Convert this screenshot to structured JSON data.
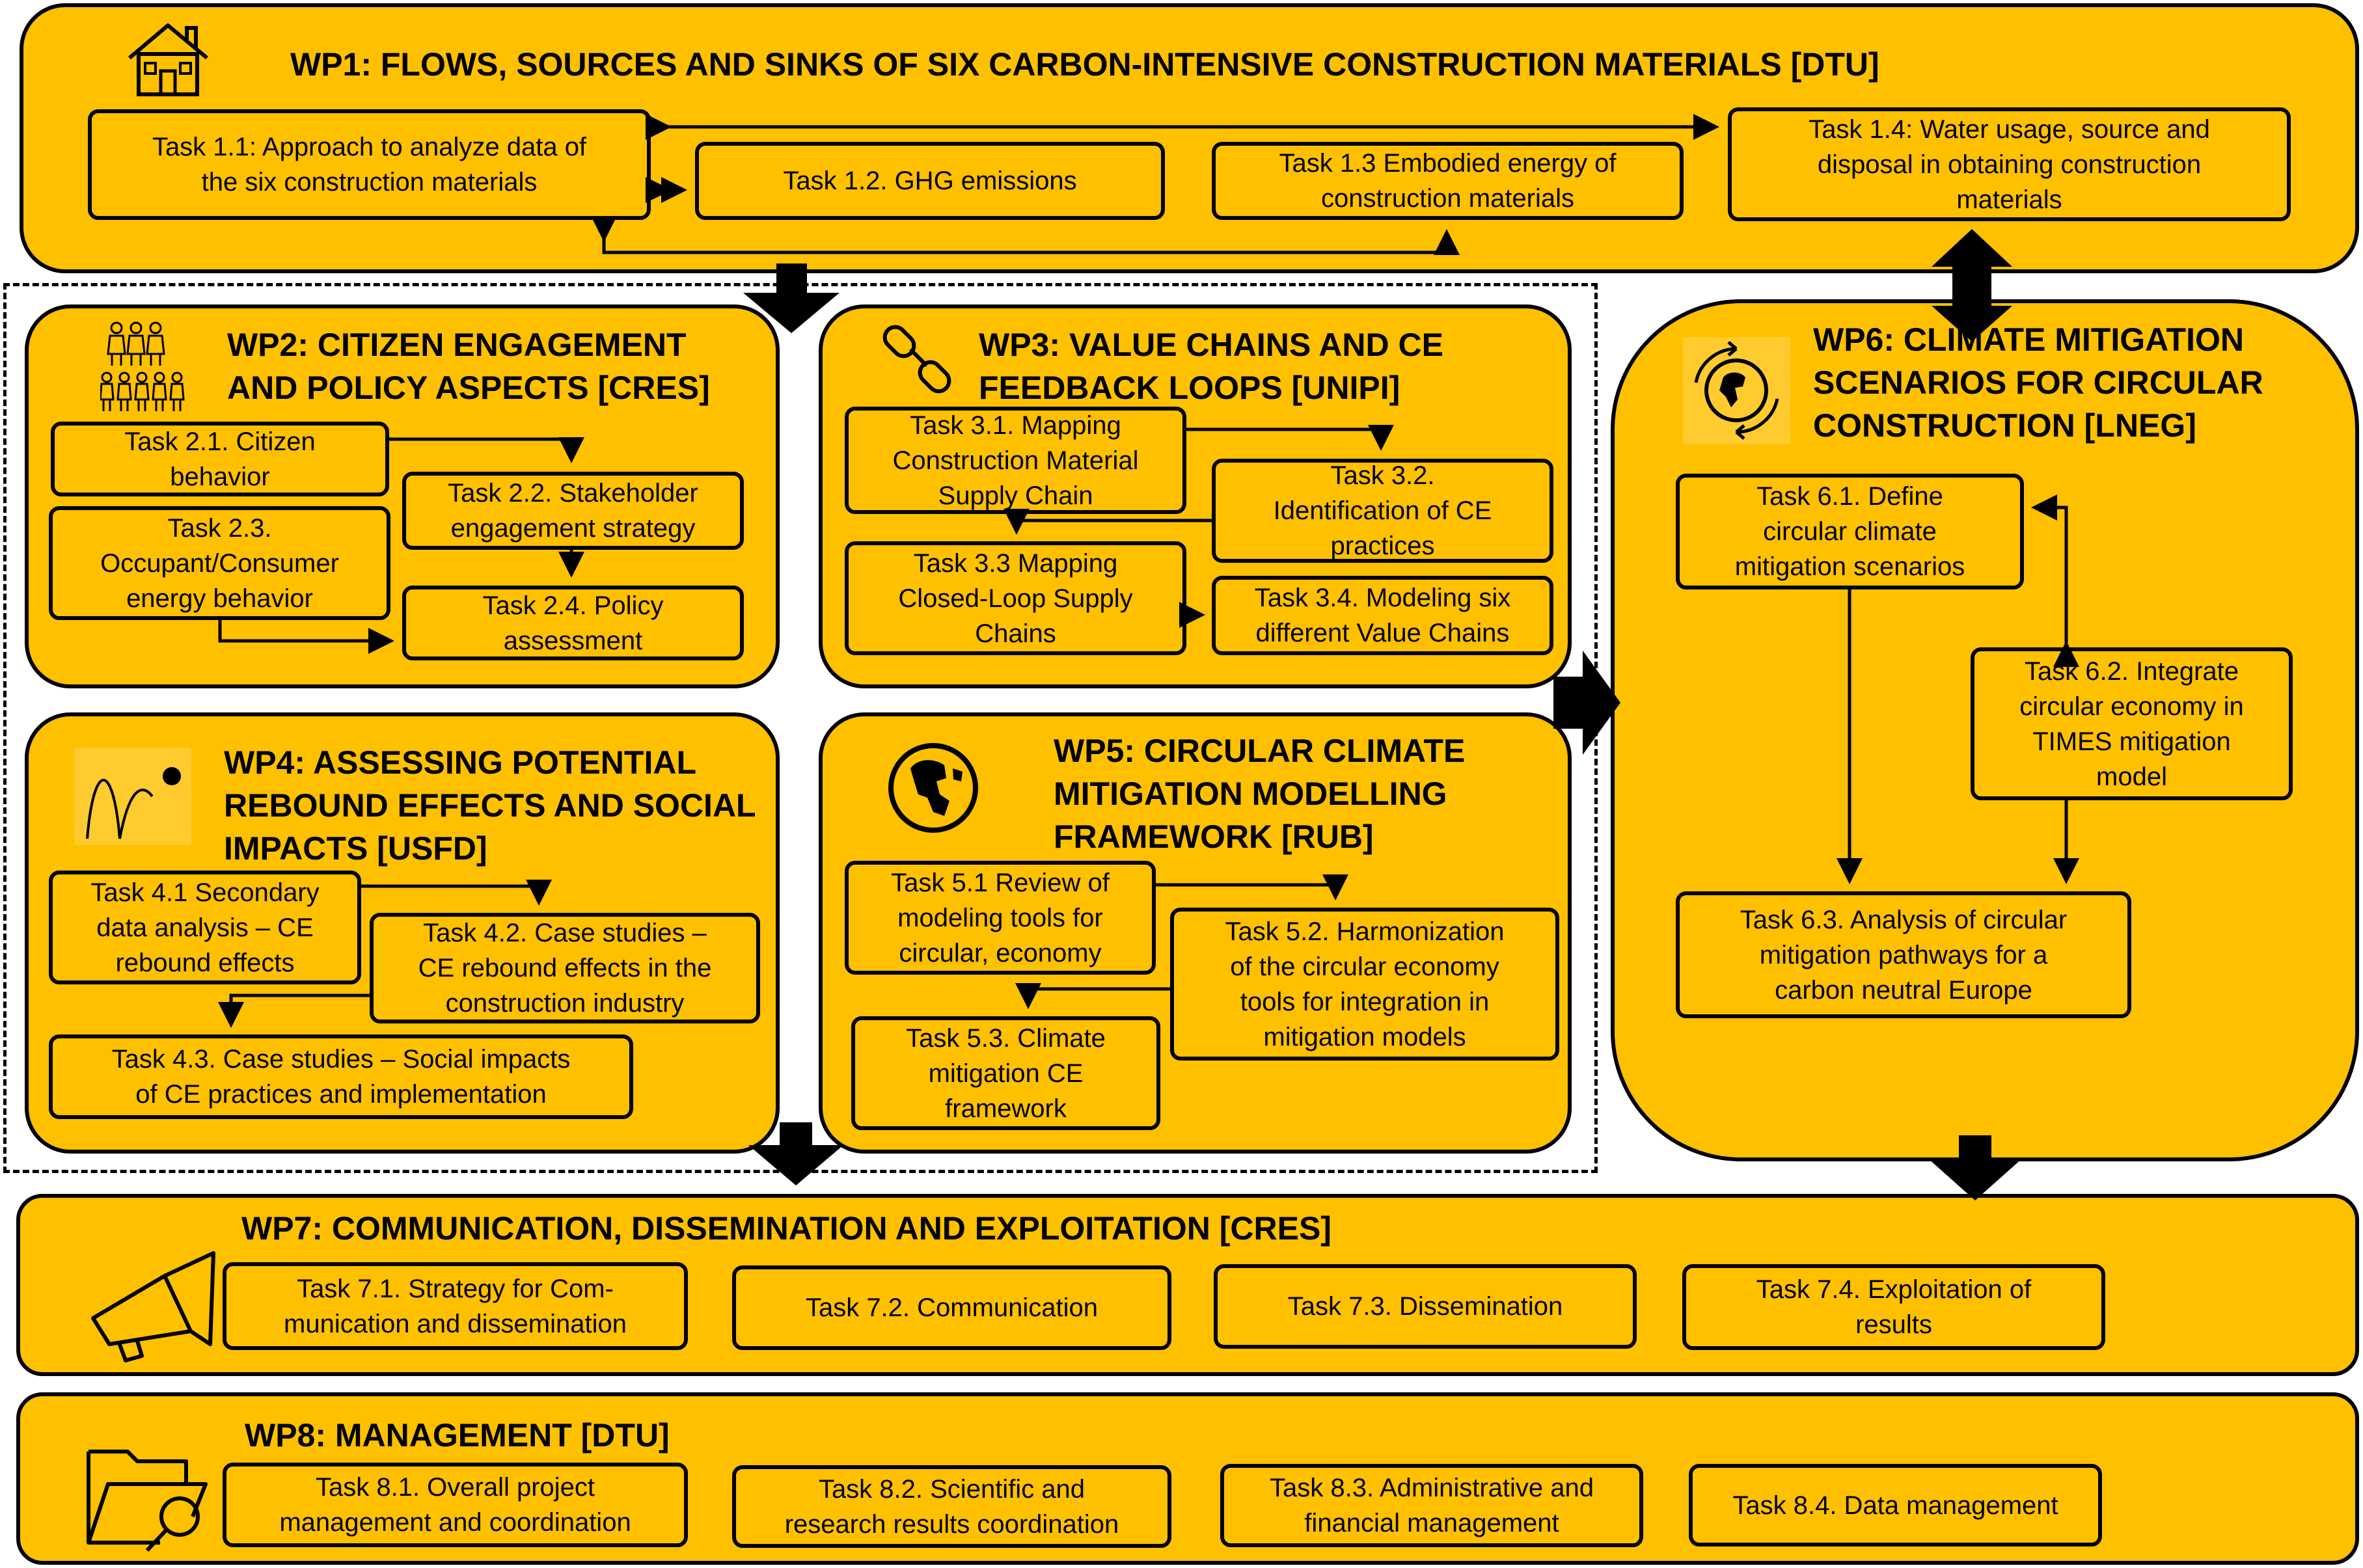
{
  "wp1": {
    "title": "WP1: FLOWS, SOURCES AND SINKS OF SIX CARBON-INTENSIVE CONSTRUCTION MATERIALS [DTU]",
    "icon": "house-icon",
    "tasks": [
      "Task 1.1: Approach to analyze data of\nthe six construction materials",
      "Task 1.2. GHG emissions",
      "Task 1.3 Embodied energy of\nconstruction materials",
      "Task 1.4: Water usage, source and\ndisposal in obtaining construction\nmaterials"
    ]
  },
  "wp2": {
    "title_line1": "WP2: CITIZEN ENGAGEMENT",
    "title_line2": "AND POLICY ASPECTS [CRES]",
    "icon": "people-icon",
    "tasks": [
      "Task 2.1. Citizen\nbehavior",
      "Task 2.2. Stakeholder\nengagement strategy",
      "Task 2.3.\nOccupant/Consumer\nenergy behavior",
      "Task 2.4. Policy\nassessment"
    ]
  },
  "wp3": {
    "title_line1": "WP3: VALUE CHAINS AND CE",
    "title_line2": "FEEDBACK LOOPS [UNIPI]",
    "icon": "chain-link-icon",
    "tasks": [
      "Task 3.1. Mapping\nConstruction Material\nSupply Chain",
      "Task 3.2.\nIdentification of CE\npractices",
      "Task 3.3 Mapping\nClosed-Loop Supply\nChains",
      "Task 3.4. Modeling six\ndifferent Value Chains"
    ]
  },
  "wp4": {
    "title_line1": "WP4: ASSESSING POTENTIAL",
    "title_line2": "REBOUND EFFECTS AND SOCIAL",
    "title_line3": "IMPACTS [USFD]",
    "icon": "bounce-ball-icon",
    "tasks": [
      "Task 4.1 Secondary\ndata analysis – CE\nrebound effects",
      "Task 4.2. Case studies –\nCE rebound effects in the\nconstruction industry",
      "Task 4.3. Case studies – Social impacts\nof CE practices and implementation"
    ]
  },
  "wp5": {
    "title_line1": "WP5: CIRCULAR CLIMATE",
    "title_line2": "MITIGATION MODELLING",
    "title_line3": "FRAMEWORK [RUB]",
    "icon": "globe-icon",
    "tasks": [
      "Task 5.1 Review of\nmodeling tools for\ncircular, economy",
      "Task 5.2. Harmonization\nof the circular economy\ntools for integration in\nmitigation models",
      "Task 5.3. Climate\nmitigation CE\nframework"
    ]
  },
  "wp6": {
    "title_line1": "WP6: CLIMATE MITIGATION",
    "title_line2": "SCENARIOS FOR CIRCULAR",
    "title_line3": "CONSTRUCTION [LNEG]",
    "icon": "earth-cycle-icon",
    "tasks": [
      "Task 6.1. Define\ncircular climate\nmitigation scenarios",
      "Task 6.2. Integrate\ncircular economy in\nTIMES mitigation\nmodel",
      "Task 6.3. Analysis of circular\nmitigation pathways for a\ncarbon neutral Europe"
    ]
  },
  "wp7": {
    "title": "WP7: COMMUNICATION, DISSEMINATION AND EXPLOITATION [CRES]",
    "icon": "megaphone-icon",
    "tasks": [
      "Task 7.1. Strategy for Com-\nmunication and dissemination",
      "Task 7.2. Communication",
      "Task 7.3. Dissemination",
      "Task 7.4. Exploitation of\nresults"
    ]
  },
  "wp8": {
    "title": "WP8: MANAGEMENT [DTU]",
    "icon": "folder-search-icon",
    "tasks": [
      "Task 8.1. Overall project\nmanagement and coordination",
      "Task 8.2. Scientific and\nresearch results coordination",
      "Task 8.3. Administrative and\nfinancial management",
      "Task 8.4. Data management"
    ]
  },
  "colors": {
    "fill": "#FFC000",
    "stroke": "#000000"
  }
}
